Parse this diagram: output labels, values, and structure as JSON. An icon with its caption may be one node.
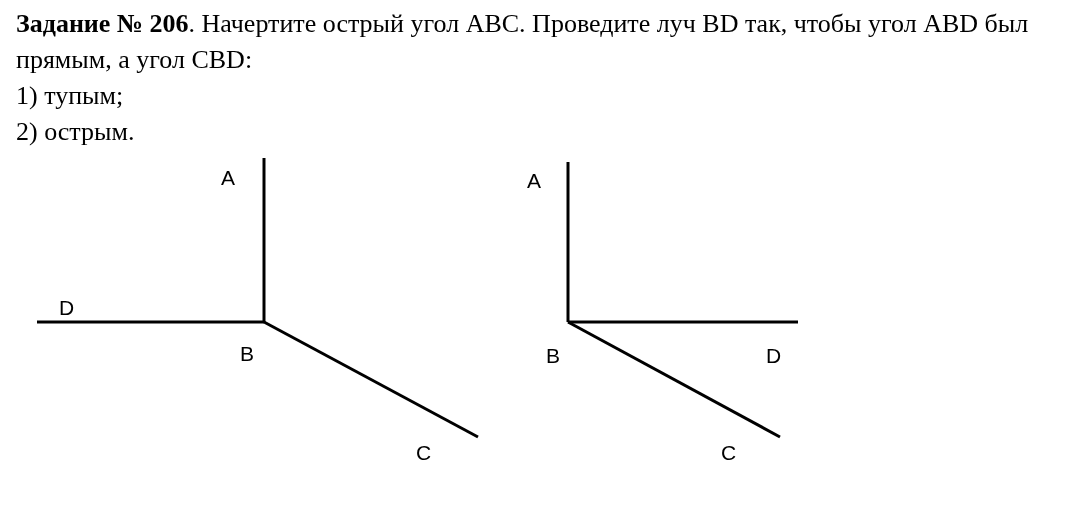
{
  "diagram": {
    "labels": [
      "**Задание № 206**. Начертите острый угол ABC. Проведите луч BD так, чтобы угол ABD был прямым, а угол CBD:",
      "1) тупым;",
      "2) острым.",
      "A",
      "D",
      "B",
      "C",
      "A",
      "B",
      "D",
      "C"
    ]
  }
}
